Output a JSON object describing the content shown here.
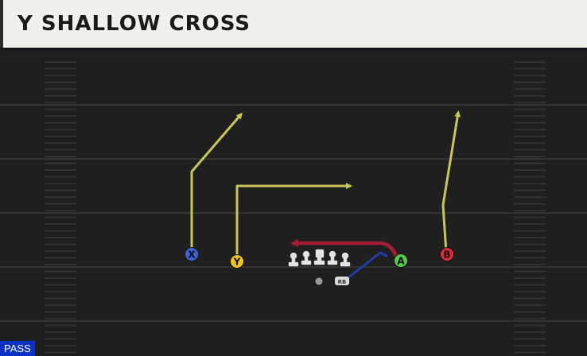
{
  "play": {
    "title": "Y SHALLOW CROSS",
    "type": "PASS"
  },
  "players": {
    "x": {
      "label": "X",
      "color": "#3b63d6"
    },
    "y": {
      "label": "Y",
      "color": "#f2c21f"
    },
    "a": {
      "label": "A",
      "color": "#54c94a"
    },
    "b": {
      "label": "B",
      "color": "#e0283c"
    },
    "rb": {
      "label": "RB"
    }
  },
  "colors": {
    "field": "#1f1f1f",
    "route_yellow": "#c8c55a",
    "route_red": "#a31e35",
    "route_blue": "#1e3da8",
    "lineman": "#e6e6e6"
  }
}
